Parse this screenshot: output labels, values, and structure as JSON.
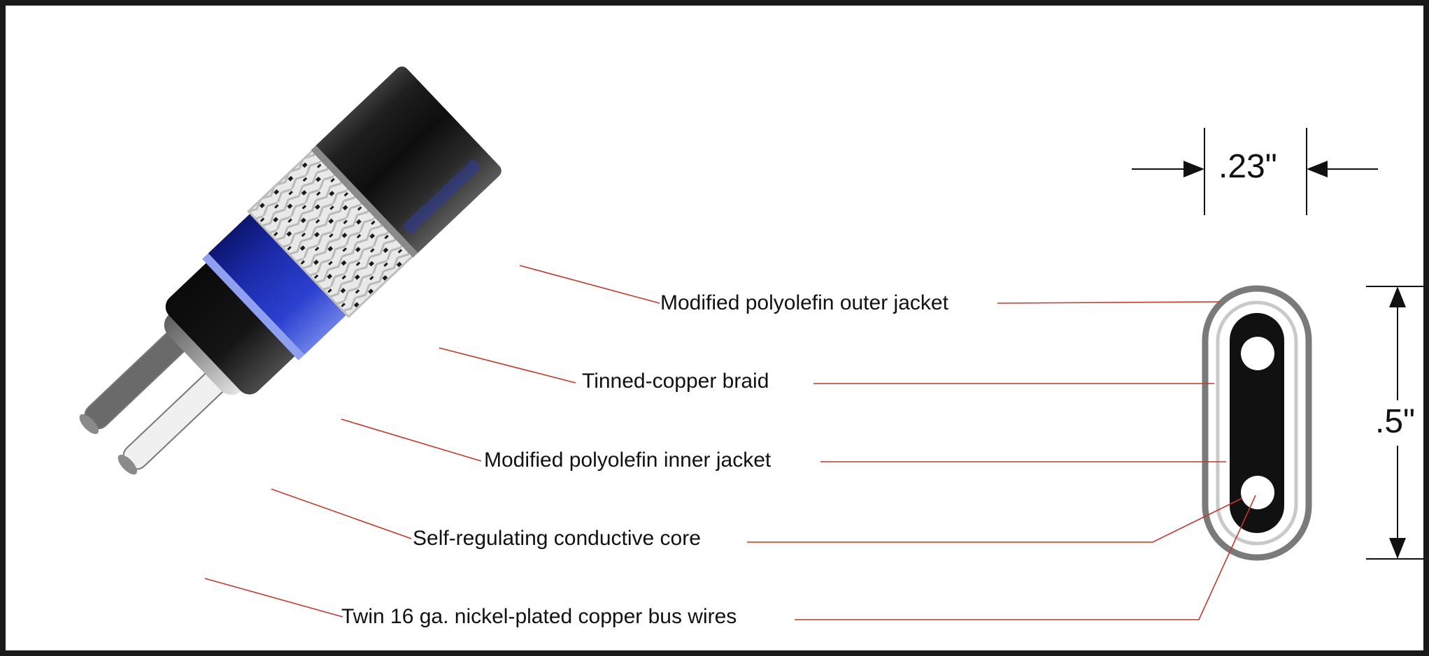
{
  "labels": {
    "outer_jacket": "Modified polyolefin outer jacket",
    "braid": "Tinned-copper braid",
    "inner_jacket": "Modified polyolefin inner jacket",
    "core": "Self-regulating conductive core",
    "bus_wires": "Twin 16 ga. nickel-plated copper bus wires"
  },
  "dimensions": {
    "width": ".23\"",
    "height": ".5\""
  },
  "colors": {
    "outer_jacket": "#1c1c1c",
    "inner_jacket": "#2236c8",
    "leader_line": "#c0392b",
    "frame": "#1a1a1a"
  }
}
